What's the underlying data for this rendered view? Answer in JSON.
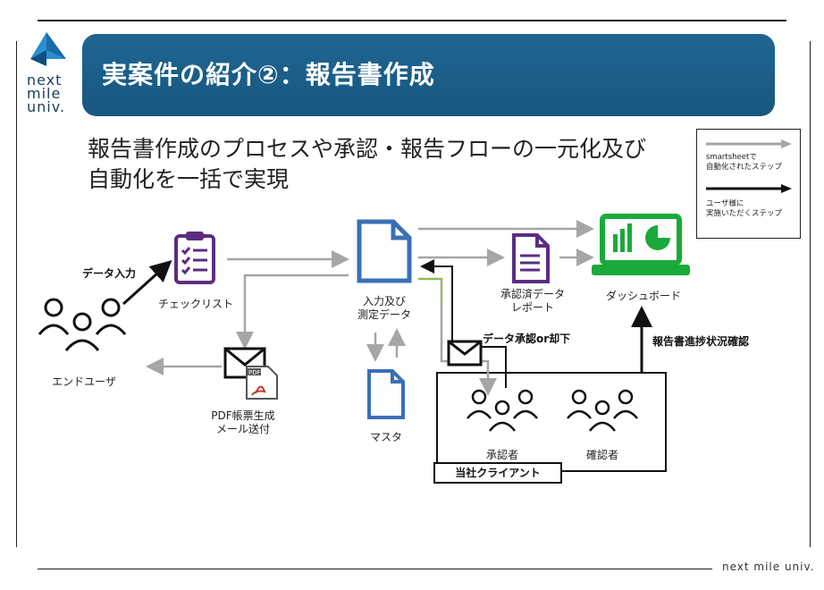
{
  "header": {
    "title": "実案件の紹介②：報告書作成",
    "logo_lines": [
      "next",
      "mile",
      "univ."
    ]
  },
  "subtitle": {
    "line1": "報告書作成のプロセスや承認・報告フローの一元化及び",
    "line2": "自動化を一括で実現"
  },
  "legend": {
    "gray_arrow_text": "smartsheetで\n自動化されたステップ",
    "black_arrow_text": "ユーザ様に\n実施いただくステップ"
  },
  "nodes": {
    "end_user": "エンドユーザ",
    "checklist": "チェックリスト",
    "input_data_line1": "入力及び",
    "input_data_line2": "測定データ",
    "master": "マスタ",
    "pdf_line1": "PDF帳票生成",
    "pdf_line2": "メール送付",
    "approved_line1": "承認済データ",
    "approved_line2": "レポート",
    "dashboard": "ダッシュボード",
    "approver": "承認者",
    "checker": "確認者",
    "client": "当社クライアント"
  },
  "flow_labels": {
    "data_input": "データ入力",
    "approve_reject": "データ承認or却下",
    "progress_check": "報告書進捗状況確認"
  },
  "pdf_badge": "PDF",
  "footer": "next mile univ.",
  "colors": {
    "banner": "#1b5f8c",
    "clipboard": "#5b2d82",
    "doc_blue": "#3b6fb5",
    "dashboard_green": "#1aaa3a",
    "gray_arrow": "#a6a6a6"
  }
}
